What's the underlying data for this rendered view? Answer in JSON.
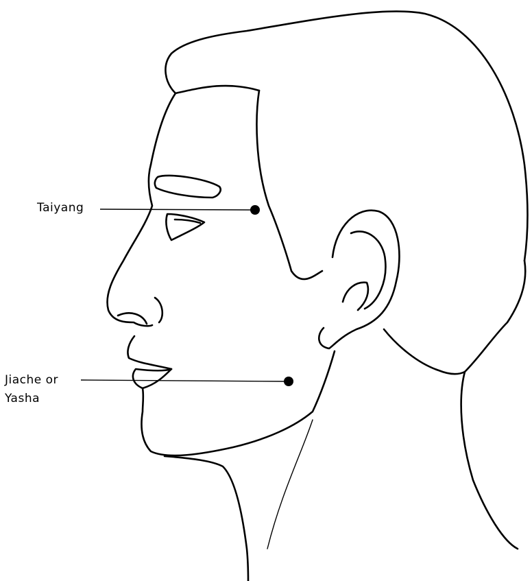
{
  "points": [
    {
      "id": "taiyang",
      "lines": [
        "Taiyang"
      ]
    },
    {
      "id": "jiache",
      "lines": [
        "Jiache or",
        "Yasha"
      ]
    }
  ],
  "colors": {
    "line": "#000000",
    "background": "#ffffff"
  }
}
